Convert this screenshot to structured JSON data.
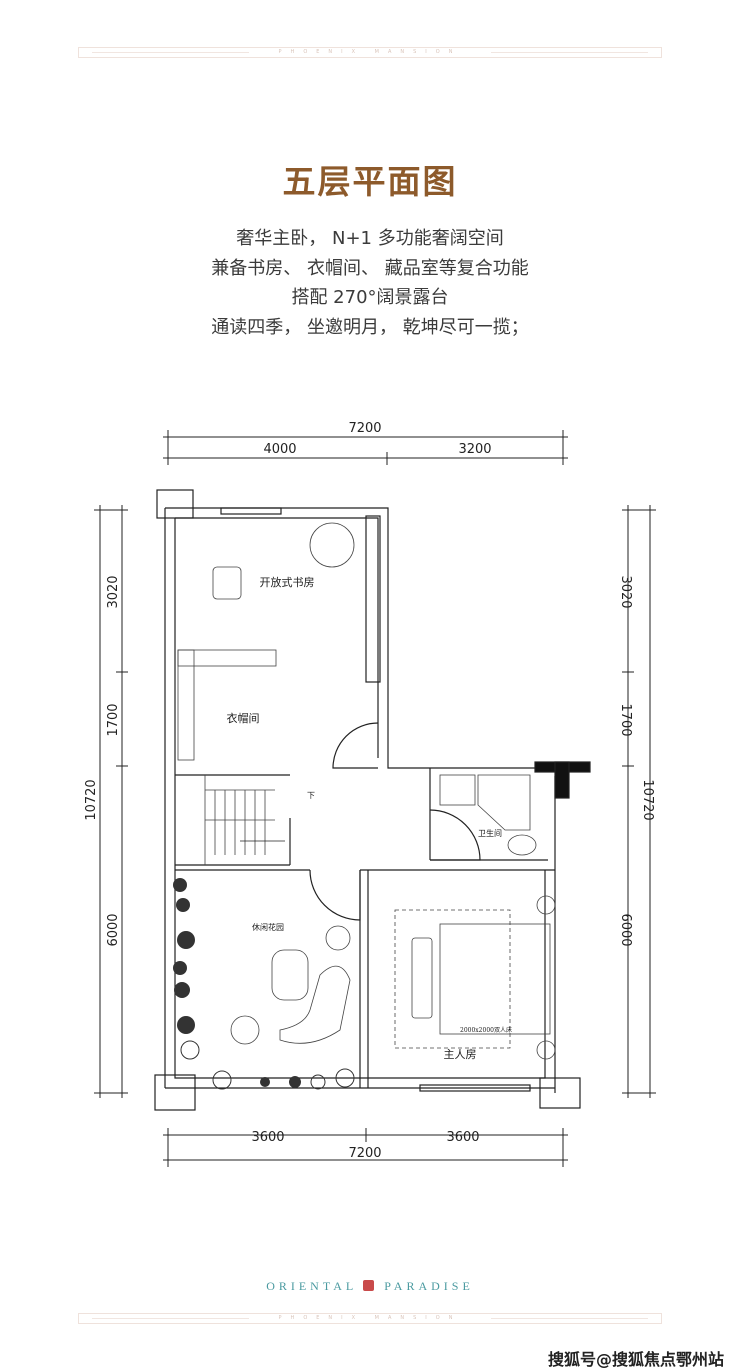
{
  "header": {
    "band_text": "PHOENIX MANSION"
  },
  "title": "五层平面图",
  "description": [
    "奢华主卧， N+1 多功能奢阔空间",
    "兼备书房、 衣帽间、 藏品室等复合功能",
    "搭配 270°阔景露台",
    "通读四季， 坐邀明月， 乾坤尽可一揽；"
  ],
  "plan": {
    "dims_top": {
      "total": "7200",
      "left": "4000",
      "right": "3200"
    },
    "dims_bottom": {
      "left": "3600",
      "right": "3600",
      "total": "7200"
    },
    "dims_left": {
      "total": "10720",
      "a": "3020",
      "b": "1700",
      "c": "6000"
    },
    "dims_right": {
      "total": "10720",
      "a": "3020",
      "b": "1700",
      "c": "6000"
    },
    "rooms": {
      "study": "开放式书房",
      "wardrobe": "衣帽间",
      "stairs_down": "下",
      "bathroom": "卫生间",
      "garden": "休闲花园",
      "master": "主人房",
      "bed": "2000x2000双人床"
    }
  },
  "footer": {
    "brand_left": "ORIENTAL",
    "brand_right": "PARADISE",
    "band_text": "PHOENIX MANSION"
  },
  "watermark": "搜狐号@搜狐焦点鄂州站",
  "colors": {
    "title": "#8d5a2b",
    "brand": "#4a9aa0",
    "seal": "#c94a4a"
  }
}
